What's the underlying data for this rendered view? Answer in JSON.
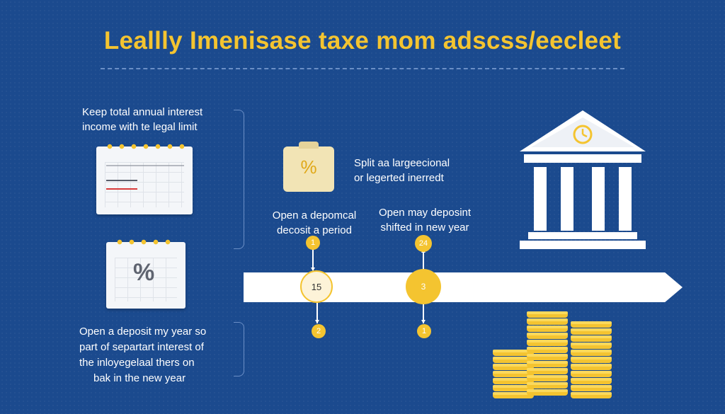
{
  "title": "Leallly Imenisase taxe mom adscss/eecleet",
  "left": {
    "top_text_line1": "Keep total annual interest",
    "top_text_line2": "income with te legal limit",
    "percent_symbol": "%",
    "bottom_text_line1": "Open a deposit my year so",
    "bottom_text_line2": "part of separtart interest of",
    "bottom_text_line3": "the inloyegelaal thers on",
    "bottom_text_line4": "bak in the new year"
  },
  "middle": {
    "tag_percent": "%",
    "split_line1": "Split aa largeecional",
    "split_line2": "or legerted inerredt",
    "step1_line1": "Open a depomcal",
    "step1_line2": "decosit a period",
    "step2_line1": "Open may deposint",
    "step2_line2": "shifted in new year"
  },
  "timeline": {
    "node_top_left": "1",
    "node_main_left": "15",
    "node_bottom_left": "2",
    "node_top_right": "24",
    "node_main_right": "3",
    "node_bottom_right": "1"
  },
  "icons": [
    "calendar-icon",
    "calendar-percent-icon",
    "percent-tag-icon",
    "bank-icon",
    "clock-icon",
    "coin-stack-icon"
  ],
  "colors": {
    "background": "#1b4a8e",
    "accent": "#f4c430",
    "text": "#ffffff",
    "red_line": "#d93a3a"
  }
}
